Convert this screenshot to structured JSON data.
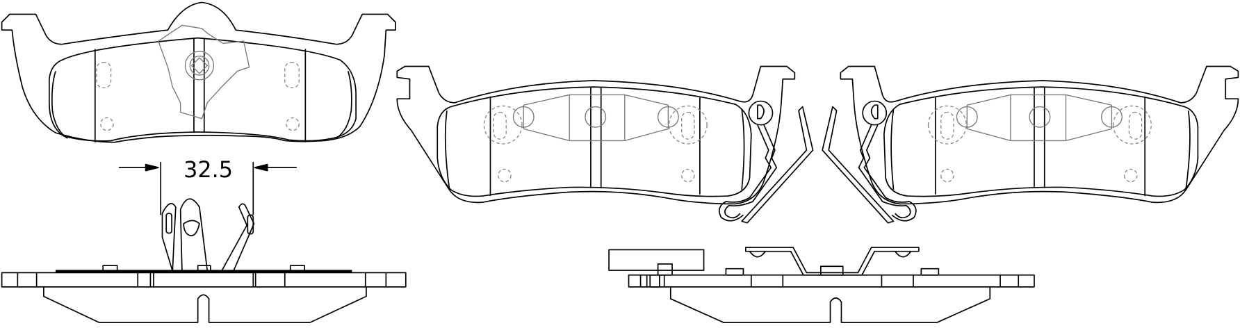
{
  "drawing": {
    "dimension_label": "32.5",
    "views": [
      "pad-front-view",
      "pad-side-view",
      "outer-pad-with-sensor",
      "inner-pad-with-sensor",
      "outer-pad-side-view"
    ],
    "colors": {
      "line": "#000000",
      "shim": "#7a7a7a",
      "hidden": "#8a8a8a"
    }
  }
}
